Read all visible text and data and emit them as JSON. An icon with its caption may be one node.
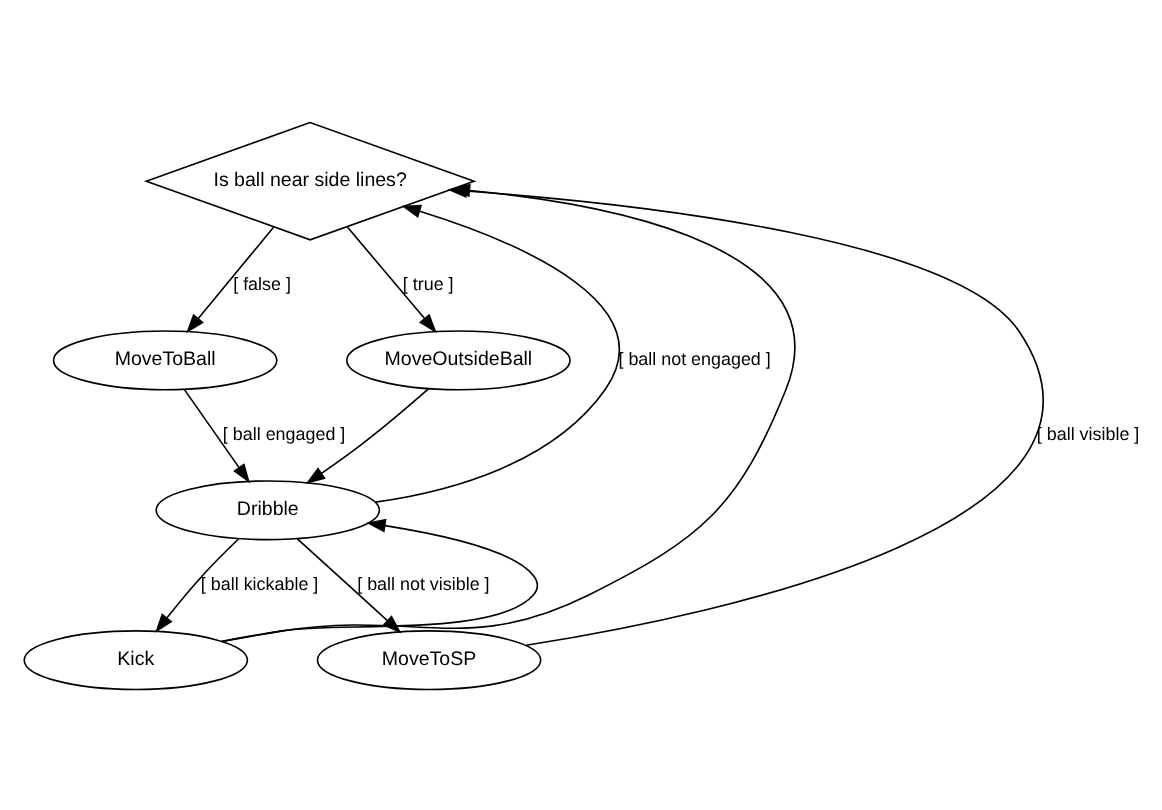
{
  "diagram": {
    "nodes": [
      {
        "text": [
          "Is ball near side lines?"
        ]
      },
      {
        "text": [
          "MoveToBall"
        ]
      },
      {
        "text": [
          "MoveOutsideBall"
        ]
      },
      {
        "text": [
          "Dribble"
        ]
      },
      {
        "text": [
          "Kick"
        ]
      },
      {
        "text": [
          "MoveToSP"
        ]
      }
    ],
    "edges": [
      {
        "from": 0,
        "to": 1,
        "arrow": "to",
        "label": "[ false ]"
      },
      {
        "from": 0,
        "to": 2,
        "arrow": "to",
        "label": "[ true ]"
      },
      {
        "from": 1,
        "to": 3,
        "arrow": "to",
        "label": "[ ball engaged ]"
      },
      {
        "from": 2,
        "to": 3,
        "arrow": "to"
      },
      {
        "from": 4,
        "to": 3,
        "arrow": "to"
      },
      {
        "from": 3,
        "to": 4,
        "arrow": "to",
        "label": "[ ball kickable ]"
      },
      {
        "from": 3,
        "to": 5,
        "arrow": "to",
        "label": "[ ball not visible ]"
      },
      {
        "from": 3,
        "to": 0,
        "arrow": "to",
        "label": "[ ball not engaged ]"
      },
      {
        "from": 4,
        "to": 0,
        "arrow": "to"
      },
      {
        "from": 5,
        "to": 0,
        "arrow": "to",
        "label": "[ ball visible ]"
      }
    ]
  }
}
